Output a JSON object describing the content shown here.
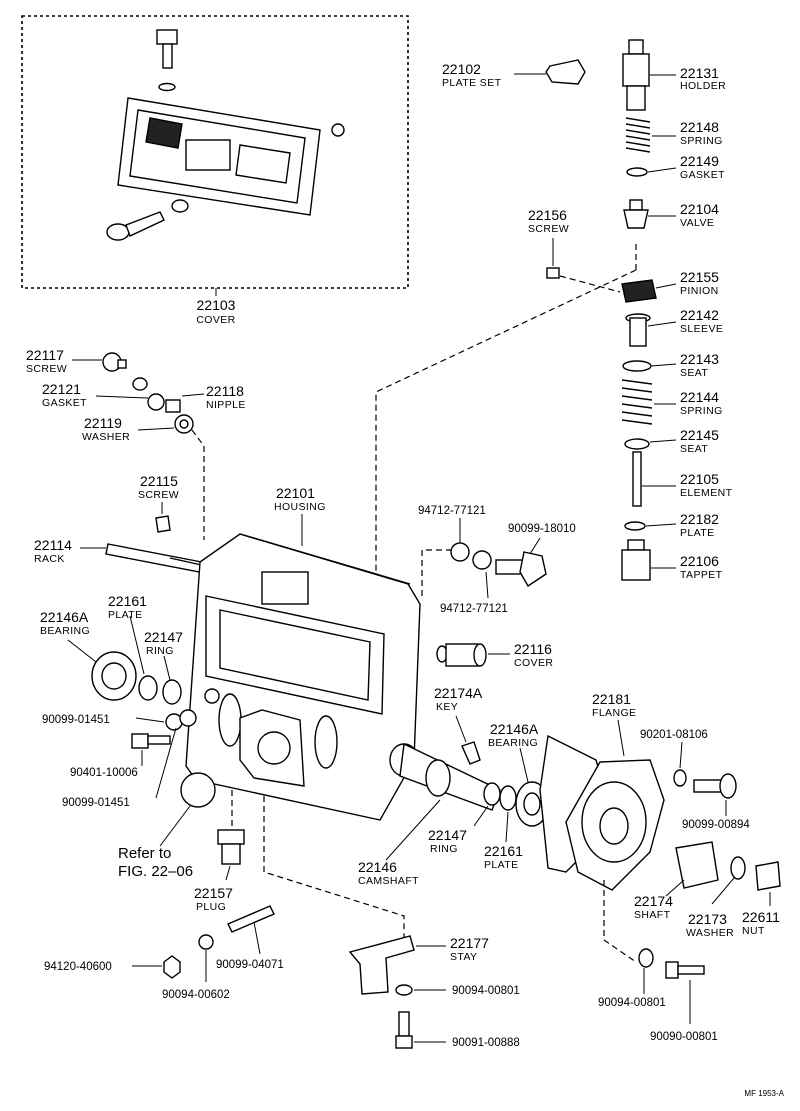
{
  "parts": {
    "p22103": {
      "number": "22103",
      "name": "COVER"
    },
    "p22102": {
      "number": "22102",
      "name": "PLATE SET"
    },
    "p22131": {
      "number": "22131",
      "name": "HOLDER"
    },
    "p22148": {
      "number": "22148",
      "name": "SPRING"
    },
    "p22149": {
      "number": "22149",
      "name": "GASKET"
    },
    "p22156": {
      "number": "22156",
      "name": "SCREW"
    },
    "p22104": {
      "number": "22104",
      "name": "VALVE"
    },
    "p22155": {
      "number": "22155",
      "name": "PINION"
    },
    "p22142": {
      "number": "22142",
      "name": "SLEEVE"
    },
    "p22143": {
      "number": "22143",
      "name": "SEAT"
    },
    "p22144": {
      "number": "22144",
      "name": "SPRING"
    },
    "p22145": {
      "number": "22145",
      "name": "SEAT"
    },
    "p22105": {
      "number": "22105",
      "name": "ELEMENT"
    },
    "p22182": {
      "number": "22182",
      "name": "PLATE"
    },
    "p22106": {
      "number": "22106",
      "name": "TAPPET"
    },
    "p22117": {
      "number": "22117",
      "name": "SCREW"
    },
    "p22121": {
      "number": "22121",
      "name": "GASKET"
    },
    "p22118": {
      "number": "22118",
      "name": "NIPPLE"
    },
    "p22119": {
      "number": "22119",
      "name": "WASHER"
    },
    "p22115": {
      "number": "22115",
      "name": "SCREW"
    },
    "p22101": {
      "number": "22101",
      "name": "HOUSING"
    },
    "p22114": {
      "number": "22114",
      "name": "RACK"
    },
    "p22146A_l": {
      "number": "22146A",
      "name": "BEARING"
    },
    "p22161_l": {
      "number": "22161",
      "name": "PLATE"
    },
    "p22147_l": {
      "number": "22147",
      "name": "RING"
    },
    "p22116": {
      "number": "22116",
      "name": "COVER"
    },
    "p22174A": {
      "number": "22174A",
      "name": "KEY"
    },
    "p22146A_r": {
      "number": "22146A",
      "name": "BEARING"
    },
    "p22181": {
      "number": "22181",
      "name": "FLANGE"
    },
    "p22147_r": {
      "number": "22147",
      "name": "RING"
    },
    "p22161_r": {
      "number": "22161",
      "name": "PLATE"
    },
    "p22146": {
      "number": "22146",
      "name": "CAMSHAFT"
    },
    "p22157": {
      "number": "22157",
      "name": "PLUG"
    },
    "p22174": {
      "number": "22174",
      "name": "SHAFT"
    },
    "p22173": {
      "number": "22173",
      "name": "WASHER"
    },
    "p22611": {
      "number": "22611",
      "name": "NUT"
    },
    "p22177": {
      "number": "22177",
      "name": "STAY"
    }
  },
  "std_parts": {
    "s1": "94712-77121",
    "s2": "90099-18010",
    "s3": "94712-77121",
    "s4": "90099-01451",
    "s5": "90401-10006",
    "s6": "90099-01451",
    "s7": "90201-08106",
    "s8": "90099-00894",
    "s9": "94120-40600",
    "s10": "90099-04071",
    "s11": "90094-00602",
    "s12": "90094-00801",
    "s13": "90091-00888",
    "s14": "90094-00801",
    "s15": "90090-00801"
  },
  "reference": {
    "line1": "Refer to",
    "line2": "FIG. 22–06"
  },
  "footer": "MF 1953-A"
}
